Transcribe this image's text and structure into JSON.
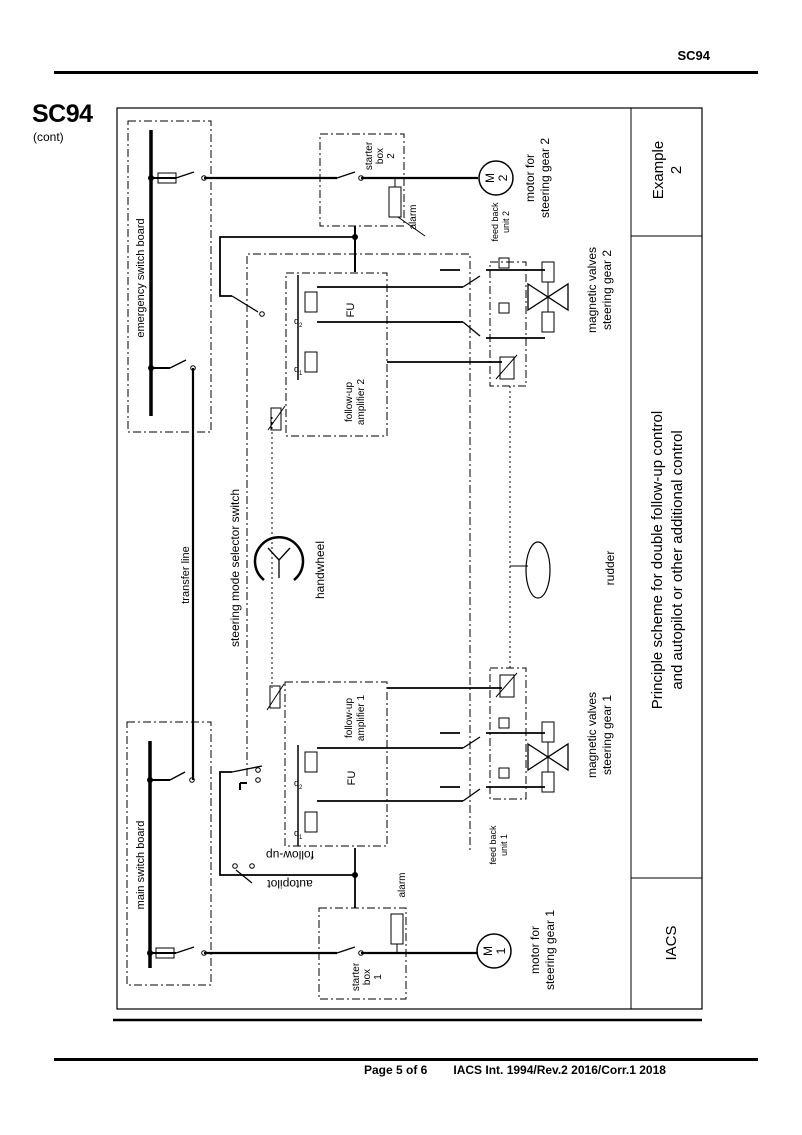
{
  "header": {
    "code": "SC94"
  },
  "side": {
    "code": "SC94",
    "cont": "(cont)"
  },
  "footer": {
    "page": "Page 5 of 6",
    "ref": "IACS Int. 1994/Rev.2 2016/Corr.1 2018"
  },
  "diagram": {
    "title_block": {
      "org": "IACS",
      "title_line1": "Principle scheme for double follow-up control",
      "title_line2": "and autopilot or other additional control",
      "example_line1": "Example",
      "example_line2": "2"
    },
    "labels": {
      "emergency_switch_board": "emergency switch board",
      "main_switch_board": "main switch board",
      "transfer_line": "transfer line",
      "steering_mode_selector_switch": "steering mode selector switch",
      "handwheel": "handwheel",
      "rudder": "rudder",
      "starter_box": "starter",
      "box": "box",
      "starter_box_1_num": "1",
      "starter_box_2_num": "2",
      "motor_1_line1": "motor for",
      "motor_1_line2": "steering gear 1",
      "motor_2_line1": "motor for",
      "motor_2_line2": "steering gear 2",
      "motor_symbol": "M",
      "motor_1_num": "1",
      "motor_2_num": "2",
      "alarm_1": "alarm",
      "alarm_2": "alarm",
      "feedback_1_line1": "feed back",
      "feedback_1_line2": "unit 1",
      "feedback_2_line1": "feed back",
      "feedback_2_line2": "unit 2",
      "valves_1_line1": "magnetic valves",
      "valves_1_line2": "steering gear 1",
      "valves_2_line1": "magnetic valves",
      "valves_2_line2": "steering gear 2",
      "amp_1_line1": "follow-up",
      "amp_1_line2": "amplifier 1",
      "amp_2_line1": "follow-up",
      "amp_2_line2": "amplifier 2",
      "fu_1": "FU",
      "fu_2": "FU",
      "d1_a": "d",
      "d2_a": "d",
      "d1_b": "d",
      "d2_b": "d",
      "sub_1": "1",
      "sub_2": "2",
      "follow_up": "follow-up",
      "autopilot": "autopilot"
    }
  }
}
